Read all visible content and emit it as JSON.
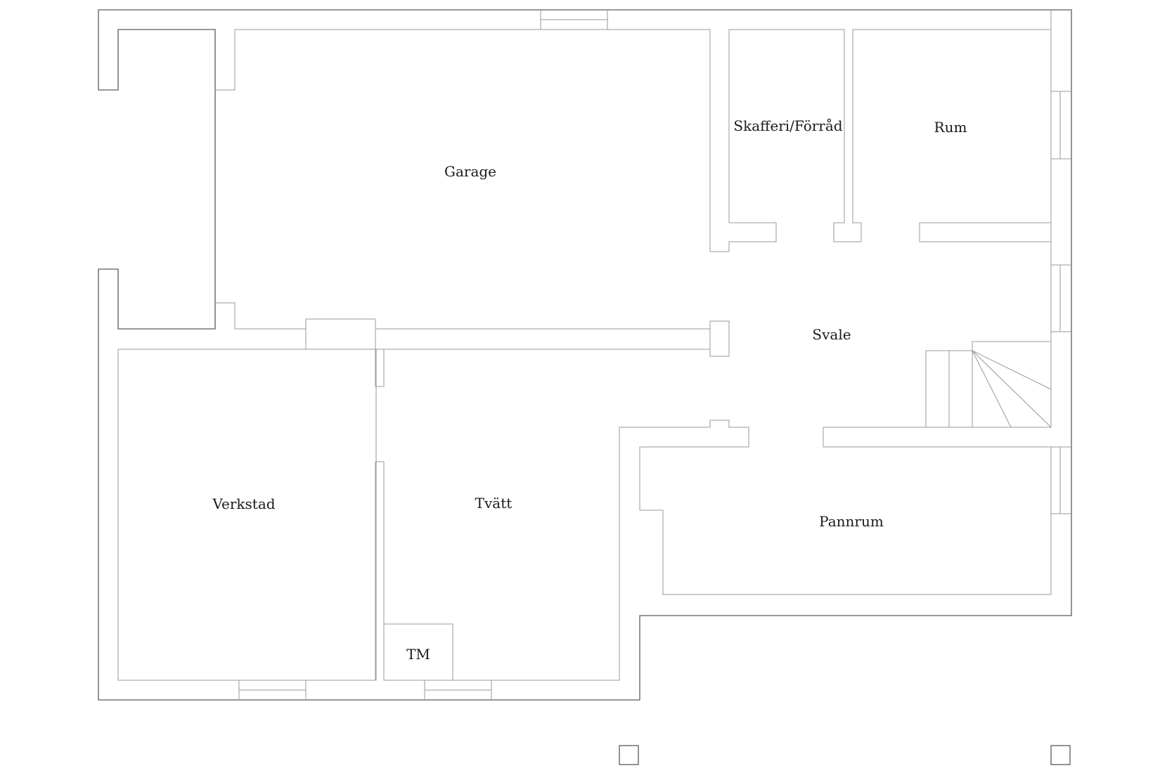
{
  "floor_plan": {
    "rooms": {
      "garage": "Garage",
      "skafferi": "Skafferi/Förråd",
      "rum": "Rum",
      "svale": "Svale",
      "verkstad": "Verkstad",
      "tvatt": "Tvätt",
      "pannrum": "Pannrum",
      "tm": "TM"
    }
  }
}
